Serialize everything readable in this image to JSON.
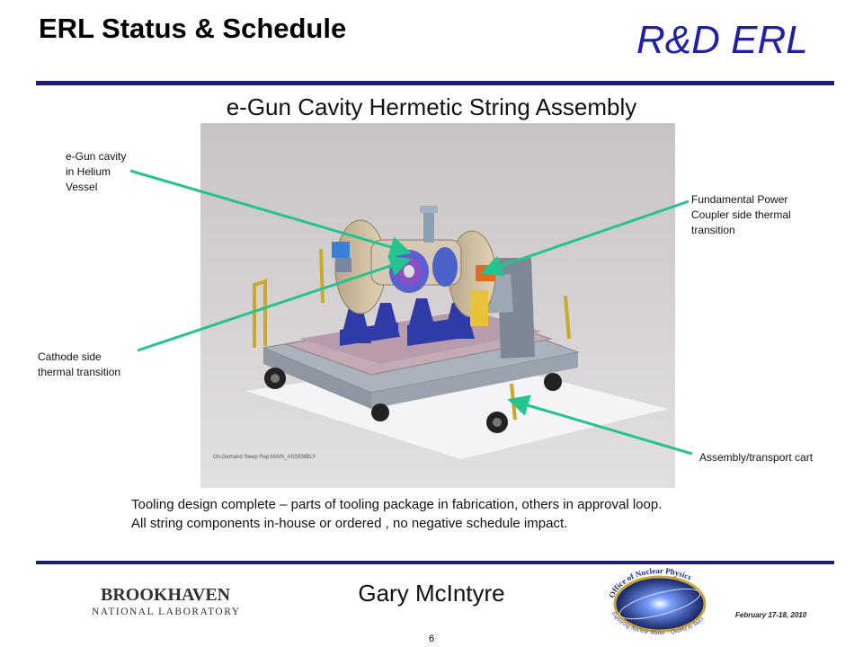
{
  "header": {
    "title": "ERL Status & Schedule",
    "brand": "R&D ERL"
  },
  "slide": {
    "subtitle": "e-Gun Cavity Hermetic String Assembly",
    "image_watermark": "On-Demand Sleep Rep:MAIN_ASSEMBLY",
    "callouts": {
      "egun_cavity": [
        "e-Gun cavity",
        "in Helium",
        "Vessel"
      ],
      "fpc_transition": [
        "Fundamental Power",
        "Coupler side thermal",
        "transition"
      ],
      "cathode_transition": [
        "Cathode side",
        "thermal transition"
      ],
      "cart": [
        "Assembly/transport cart"
      ]
    },
    "caption": [
      "Tooling design complete – parts of tooling package in fabrication, others in approval loop.",
      "All string components in-house or ordered , no negative schedule impact."
    ]
  },
  "footer": {
    "presenter": "Gary McIntyre",
    "page_number": "6",
    "date": "February 17-18, 2010",
    "bnl_logo": {
      "line1": "BROOKHAVEN",
      "line2": "NATIONAL LABORATORY"
    },
    "onp_logo": {
      "top_text": "Office of Nuclear Physics",
      "bottom_text": "Exploring Nuclear Matter - Quarks to Stars"
    }
  },
  "colors": {
    "brand": "#1f1fa8",
    "rule": "#1e1e6e",
    "callout_arrow": "#23c48e"
  }
}
